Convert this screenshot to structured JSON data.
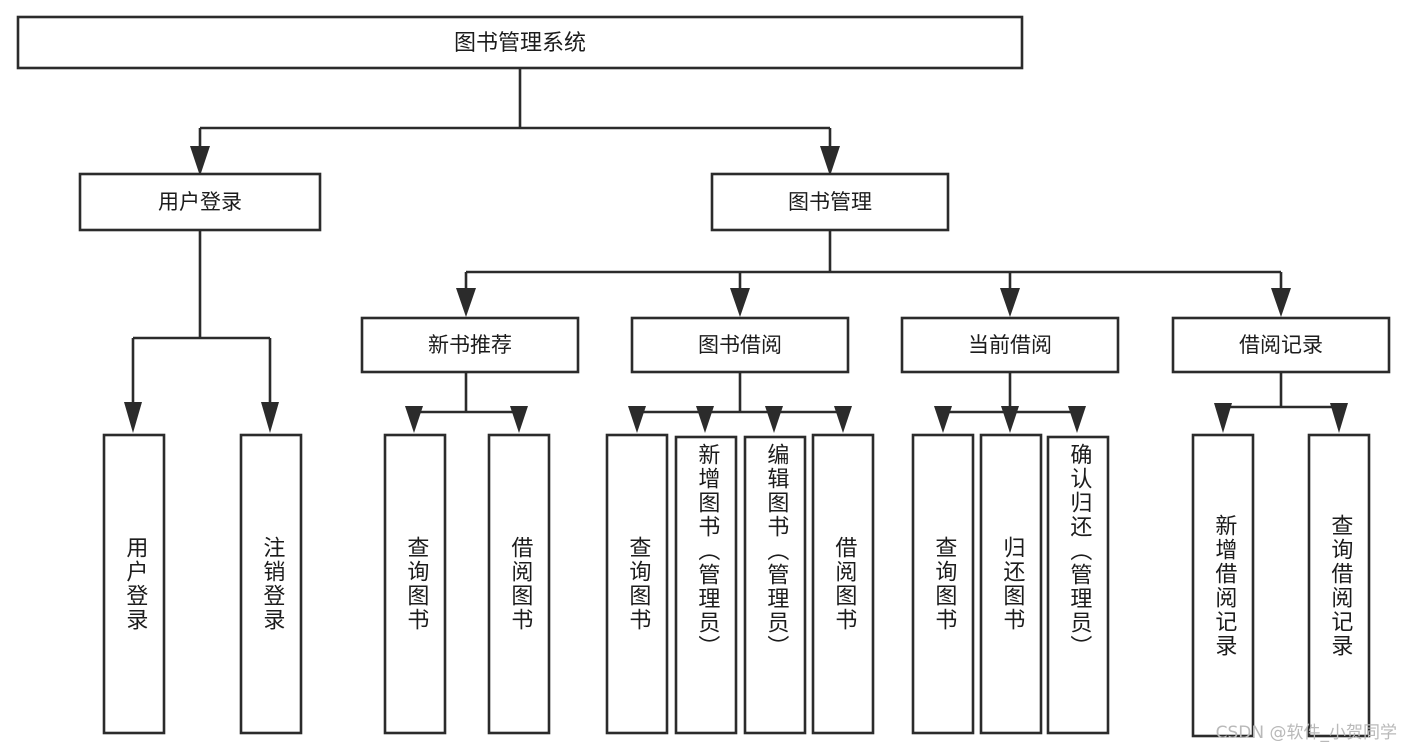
{
  "diagram": {
    "type": "tree-hierarchy-chart",
    "title": "图书管理系统",
    "background_color": "#ffffff",
    "line_color": "#2b2b2b",
    "text_color": "#1c1c1c",
    "orientation": "top-down"
  },
  "root": {
    "label": "图书管理系统"
  },
  "level1": [
    {
      "label": "用户登录"
    },
    {
      "label": "图书管理"
    }
  ],
  "level2": [
    {
      "label": "新书推荐"
    },
    {
      "label": "图书借阅"
    },
    {
      "label": "当前借阅"
    },
    {
      "label": "借阅记录"
    }
  ],
  "leaves": {
    "user_login": [
      {
        "label": "用户登录"
      },
      {
        "label": "注销登录"
      }
    ],
    "new_book_recommend": [
      {
        "label": "查询图书"
      },
      {
        "label": "借阅图书"
      }
    ],
    "book_borrow": [
      {
        "label": "查询图书"
      },
      {
        "label": "新增图书（管理员）"
      },
      {
        "label": "编辑图书（管理员）"
      },
      {
        "label": "借阅图书"
      }
    ],
    "current_borrow": [
      {
        "label": "查询图书"
      },
      {
        "label": "归还图书"
      },
      {
        "label": "确认归还（管理员）"
      }
    ],
    "borrow_record": [
      {
        "label": "新增借阅记录"
      },
      {
        "label": "查询借阅记录"
      }
    ]
  },
  "watermark": {
    "text": "CSDN @软件_小贺同学"
  }
}
